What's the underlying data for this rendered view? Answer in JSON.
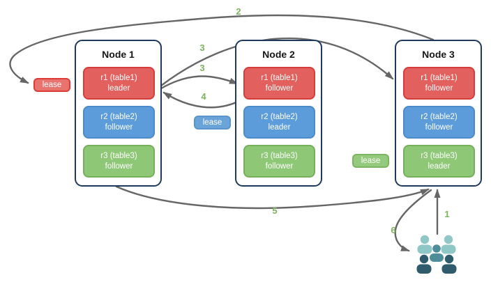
{
  "diagram": {
    "nodes": [
      {
        "title": "Node 1",
        "replicas": [
          {
            "name": "r1 (table1)",
            "role": "leader",
            "color": "red"
          },
          {
            "name": "r2 (table2)",
            "role": "follower",
            "color": "blue"
          },
          {
            "name": "r3 (table3)",
            "role": "follower",
            "color": "green"
          }
        ]
      },
      {
        "title": "Node 2",
        "replicas": [
          {
            "name": "r1 (table1)",
            "role": "follower",
            "color": "red"
          },
          {
            "name": "r2 (table2)",
            "role": "leader",
            "color": "blue"
          },
          {
            "name": "r3 (table3)",
            "role": "follower",
            "color": "green"
          }
        ]
      },
      {
        "title": "Node 3",
        "replicas": [
          {
            "name": "r1 (table1)",
            "role": "follower",
            "color": "red"
          },
          {
            "name": "r2 (table2)",
            "role": "follower",
            "color": "blue"
          },
          {
            "name": "r3 (table3)",
            "role": "leader",
            "color": "green"
          }
        ]
      }
    ],
    "leases": [
      {
        "label": "lease",
        "color": "red"
      },
      {
        "label": "lease",
        "color": "blue"
      },
      {
        "label": "lease",
        "color": "green"
      }
    ],
    "steps": [
      {
        "label": "1"
      },
      {
        "label": "2"
      },
      {
        "label": "3"
      },
      {
        "label": "3"
      },
      {
        "label": "4"
      },
      {
        "label": "5"
      },
      {
        "label": "6"
      }
    ],
    "icons": {
      "users": "users-group-icon"
    }
  },
  "colors": {
    "red-fill": "#e2605d",
    "red-border": "#d63d3a",
    "blue-fill": "#5d9cdb",
    "blue-border": "#4b8bc9",
    "green-fill": "#8ec877",
    "green-border": "#76b05b",
    "lease-red-fill": "#e8736f",
    "lease-red-border": "#dd3c37",
    "lease-blue-fill": "#6aa3d8",
    "lease-blue-border": "#5995cc",
    "lease-green-fill": "#94ca7d",
    "lease-green-border": "#7cb561",
    "node-border": "#1f3a5c",
    "arrow": "#666666",
    "step-label": "#7db25e",
    "users-light": "#8ec7c5",
    "users-mid": "#4f8d98",
    "users-dark": "#2e5c6d"
  }
}
